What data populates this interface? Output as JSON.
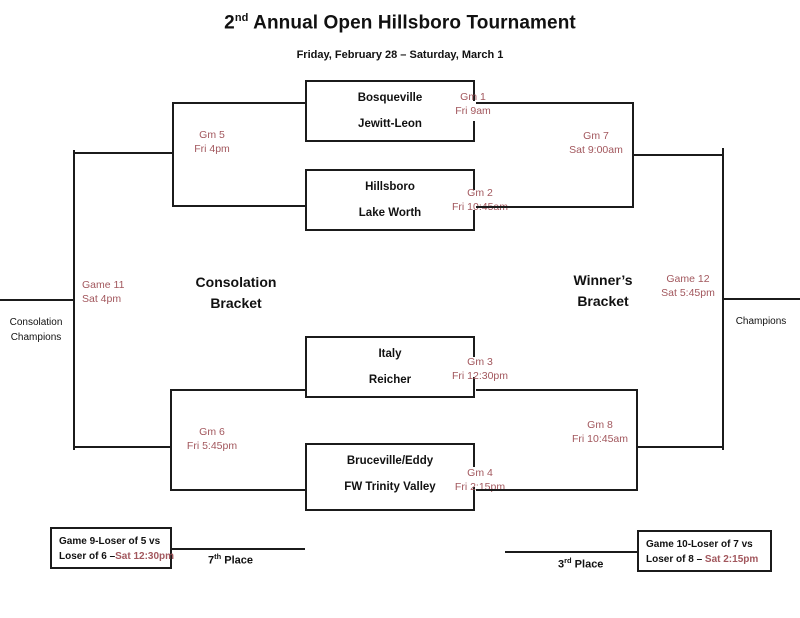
{
  "header": {
    "title_prefix": "2",
    "title_sup": "nd",
    "title_rest": " Annual Open Hillsboro Tournament",
    "subtitle": "Friday, February 28 – Saturday, March 1"
  },
  "colors": {
    "line": "#1b1b1b",
    "game_label": "#a2575d",
    "text": "#111111"
  },
  "games": [
    {
      "id": "gm1",
      "label": "Gm 1",
      "time": "Fri 9am",
      "team1": "Bosqueville",
      "team2": "Jewitt-Leon"
    },
    {
      "id": "gm2",
      "label": "Gm 2",
      "time": "Fri 10:45am",
      "team1": "Hillsboro",
      "team2": "Lake Worth"
    },
    {
      "id": "gm3",
      "label": "Gm 3",
      "time": "Fri 12:30pm",
      "team1": "Italy",
      "team2": "Reicher"
    },
    {
      "id": "gm4",
      "label": "Gm 4",
      "time": "Fri 2:15pm",
      "team1": "Bruceville/Eddy",
      "team2": "FW Trinity Valley"
    }
  ],
  "consolation": {
    "gm5": {
      "label": "Gm 5",
      "time": "Fri 4pm"
    },
    "gm6": {
      "label": "Gm 6",
      "time": "Fri 5:45pm"
    },
    "gm11": {
      "label": "Game 11",
      "time": "Sat 4pm"
    },
    "bracket_l1": "Consolation",
    "bracket_l2": "Bracket",
    "champ_l1": "Consolation",
    "champ_l2": "Champions"
  },
  "winners": {
    "gm7": {
      "label": "Gm 7",
      "time": "Sat 9:00am"
    },
    "gm8": {
      "label": "Gm 8",
      "time": "Fri 10:45am"
    },
    "gm12": {
      "label": "Game 12",
      "time": "Sat 5:45pm"
    },
    "bracket_l1": "Winner’s",
    "bracket_l2": "Bracket",
    "champ": "Champions"
  },
  "placement": {
    "game9": {
      "line1": "Game 9-Loser of 5 vs",
      "line2_a": "Loser of 6 –",
      "line2_b": "Sat 12:30pm"
    },
    "seventh_num": "7",
    "seventh_sup": "th",
    "seventh_rest": " Place",
    "game10": {
      "line1": "Game 10-Loser of 7 vs",
      "line2_a": "Loser of 8 – ",
      "line2_b": "Sat 2:15pm"
    },
    "third_num": "3",
    "third_sup": "rd",
    "third_rest": " Place"
  }
}
